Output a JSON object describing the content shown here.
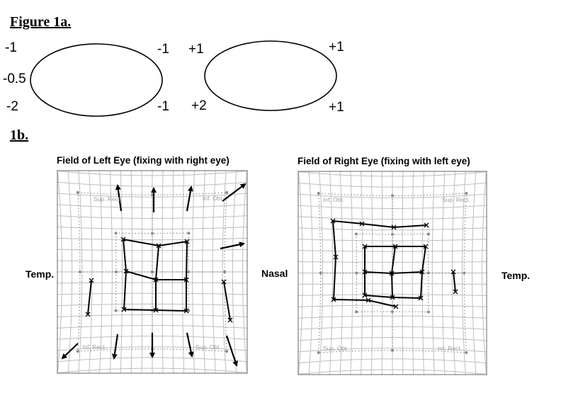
{
  "figure_1a": {
    "title": "Figure 1a.",
    "left_ellipse": {
      "top_left": "-1",
      "top_right": "-1",
      "middle_left": "-0.5",
      "bottom_left": "-2",
      "bottom_right": "-1"
    },
    "right_ellipse": {
      "top_left": "+1",
      "top_right": "+1",
      "bottom_left": "+2",
      "bottom_right": "+1"
    }
  },
  "figure_1b": {
    "title": "1b.",
    "left_panel": {
      "title": "Field of Left Eye (fixing with right eye)",
      "muscles": {
        "top_left": "Sup. Rect.",
        "top_right": "Inf. Obl.",
        "bottom_left": "Inf. Rect.",
        "bottom_right": "Sup. Obl."
      }
    },
    "right_panel": {
      "title": "Field of Right Eye (fixing with left eye)",
      "muscles": {
        "top_left": "Inf. Obl.",
        "top_right": "Sup. Rect.",
        "bottom_left": "Sup. Obl.",
        "bottom_right": "Inf. Rect."
      }
    },
    "side_labels": {
      "left": "Temp.",
      "center": "Nasal",
      "right": "Temp."
    }
  },
  "colors": {
    "grid": "#bdbdbd",
    "dots": "#8a8a8a",
    "muscle_text": "#a0a0a0",
    "ink": "#000000"
  }
}
